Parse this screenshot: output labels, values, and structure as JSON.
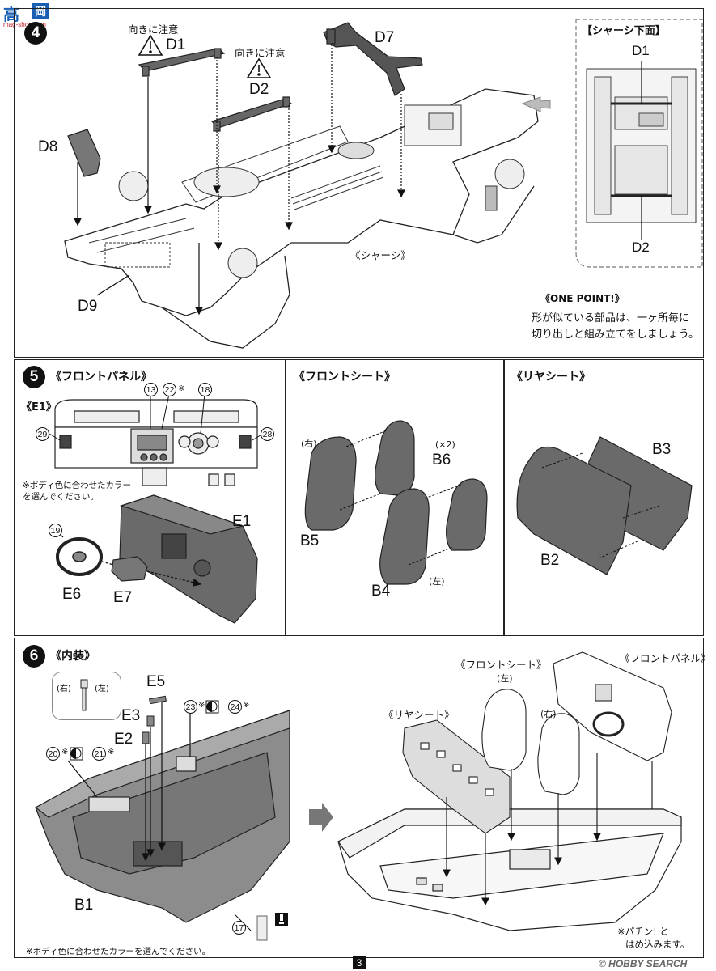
{
  "watermark_top": {
    "main": "高",
    "chip": "岡",
    "url": "mag-shop.com"
  },
  "watermark_bottom": "© HOBBY SEARCH",
  "page_number": "3",
  "step4": {
    "number": "4",
    "caution_1": "向きに注意",
    "caution_2": "向きに注意",
    "parts": {
      "d1": "D1",
      "d2": "D2",
      "d7": "D7",
      "d8": "D8",
      "d9": "D9"
    },
    "chassis_label": "《シャーシ》",
    "inset_title": "【シャーシ下面】",
    "inset_d1": "D1",
    "inset_d2": "D2",
    "one_point_title": "《ONE POINT!》",
    "one_point_line1": "形が似ている部品は、一ヶ所毎に",
    "one_point_line2": "切り出しと組み立てをしましょう。"
  },
  "step5": {
    "number": "5",
    "front_panel_title": "《フロントパネル》",
    "e1_box_label": "《E1》",
    "callouts": {
      "c13": "13",
      "c22": "22",
      "c18": "18",
      "c29": "29",
      "c28": "28",
      "c19": "19"
    },
    "star": "※",
    "body_color_note_1": "※ボディ色に合わせたカラー",
    "body_color_note_2": "を選んでください。",
    "parts": {
      "e1": "E1",
      "e6": "E6",
      "e7": "E7"
    },
    "front_seat_title": "《フロントシート》",
    "right": "(右)",
    "left": "(左)",
    "x2": "(×2)",
    "seat_parts": {
      "b6": "B6",
      "b5": "B5",
      "b4": "B4"
    },
    "rear_seat_title": "《リヤシート》",
    "rear_parts": {
      "b3": "B3",
      "b2": "B2"
    }
  },
  "step6": {
    "number": "6",
    "interior_title": "《内装》",
    "inset_right": "(右)",
    "inset_left": "(左)",
    "parts": {
      "e5": "E5",
      "e3": "E3",
      "e2": "E2",
      "b1": "B1"
    },
    "callouts": {
      "c23": "23",
      "c24": "24",
      "c20": "20",
      "c21": "21",
      "c17": "17"
    },
    "star": "※",
    "front_seat": "《フロントシート》",
    "front_seat_side": "(左)",
    "front_seat_side_r": "(右)",
    "front_panel": "《フロントパネル》",
    "rear_seat": "《リヤシート》",
    "snap_note_1": "※パチン! と",
    "snap_note_2": "はめ込みます。",
    "bottom_note": "※ボディ色に合わせたカラーを選んでください。"
  }
}
